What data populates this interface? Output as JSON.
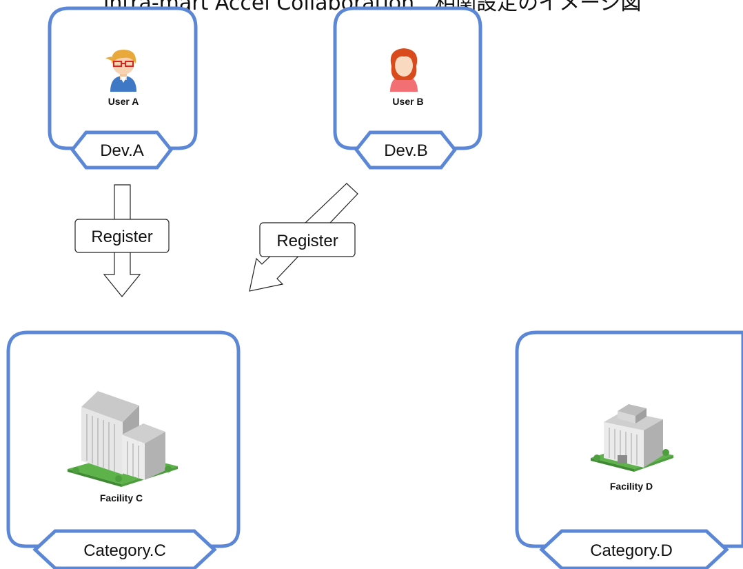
{
  "title": "intra-mart Accel Collaboration　相関設定のイメージ図",
  "accent_color": "#5b87d6",
  "nodes": {
    "dev_a": {
      "user_label": "User A",
      "hex_label": "Dev.A",
      "icon": "user-man-glasses-icon"
    },
    "dev_b": {
      "user_label": "User B",
      "hex_label": "Dev.B",
      "icon": "user-woman-icon"
    },
    "category_c": {
      "facility_label": "Facility C",
      "hex_label": "Category.C",
      "icon": "office-building-icon"
    },
    "category_d": {
      "facility_label": "Facility D",
      "hex_label": "Category.D",
      "icon": "small-building-icon"
    }
  },
  "arrows": {
    "register_a": "Register",
    "register_b": "Register"
  }
}
